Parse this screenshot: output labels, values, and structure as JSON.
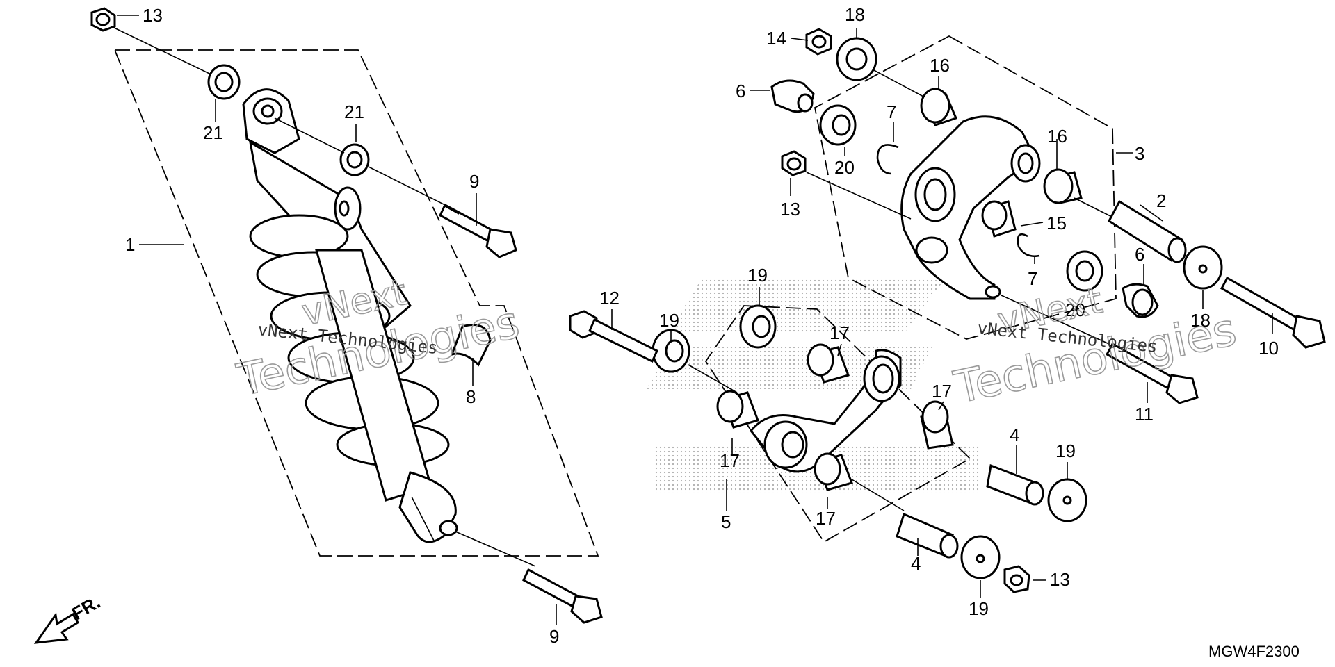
{
  "diagram_code": "MGW4F2300",
  "direction_label": "FR.",
  "watermark": {
    "line1": "vNext",
    "line2": "Technologies",
    "combined": "vNext Technologies"
  },
  "callouts": [
    "1",
    "2",
    "3",
    "4",
    "5",
    "6",
    "7",
    "8",
    "9",
    "10",
    "11",
    "12",
    "13",
    "14",
    "15",
    "16",
    "17",
    "18",
    "19",
    "20",
    "21"
  ],
  "icons": {
    "direction": "arrow-left-down-icon"
  }
}
